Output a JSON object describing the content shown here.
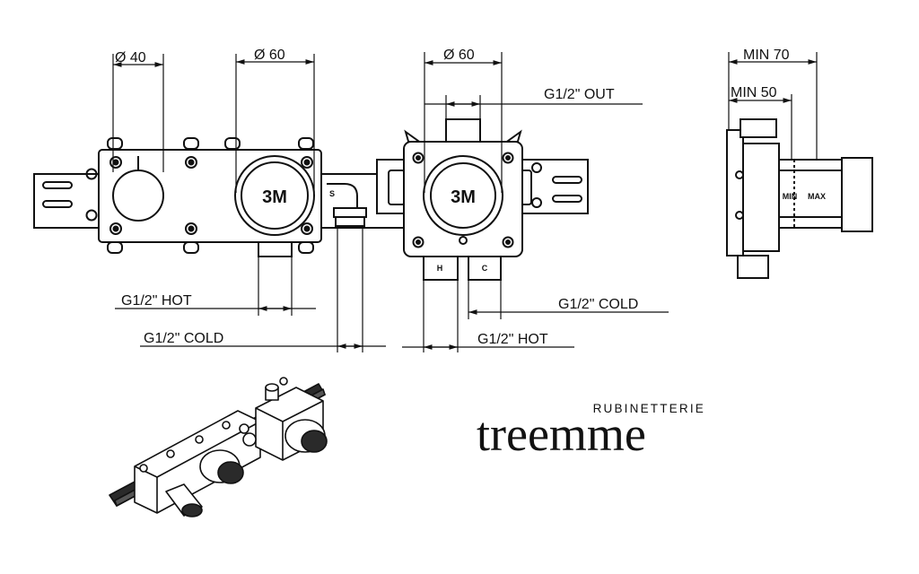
{
  "dimensions": {
    "dia_40": "Ø 40",
    "dia_60_mid": "Ø 60",
    "dia_60_right": "Ø 60",
    "min_70": "MIN 70",
    "min_50": "MIN 50"
  },
  "connections": {
    "out": "G1/2\" OUT",
    "hot_left": "G1/2\" HOT",
    "cold_left": "G1/2\" COLD",
    "cold_right": "G1/2\" COLD",
    "hot_right": "G1/2\" HOT"
  },
  "markings": {
    "cap_mid": "3M",
    "cap_right": "3M",
    "port_h": "H",
    "port_c": "C",
    "side_min": "MIN",
    "side_max": "MAX"
  },
  "brand": {
    "line1": "RUBINETTERIE",
    "line2": "treemme"
  }
}
